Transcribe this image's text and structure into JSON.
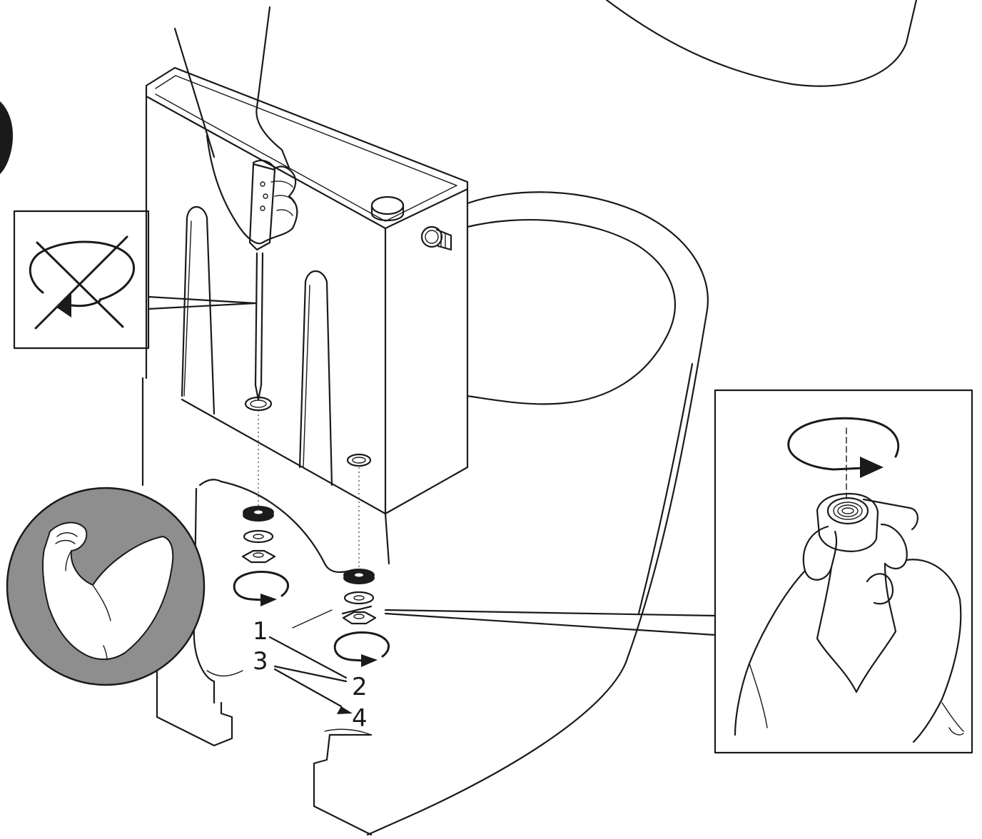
{
  "steps": {
    "labels": [
      "1",
      "2",
      "3",
      "4"
    ]
  },
  "colors": {
    "line": "#1a1a1a",
    "badge_fill": "#8e8e8e",
    "washer_dark": "#1c1c1c",
    "washer_light": "#d8d8d8",
    "background": "#ffffff"
  },
  "icons": {
    "no_power_tool": "no-power-drill-icon",
    "strength": "strong-arm-icon",
    "hand_tighten": "hand-tighten-nut-icon"
  }
}
